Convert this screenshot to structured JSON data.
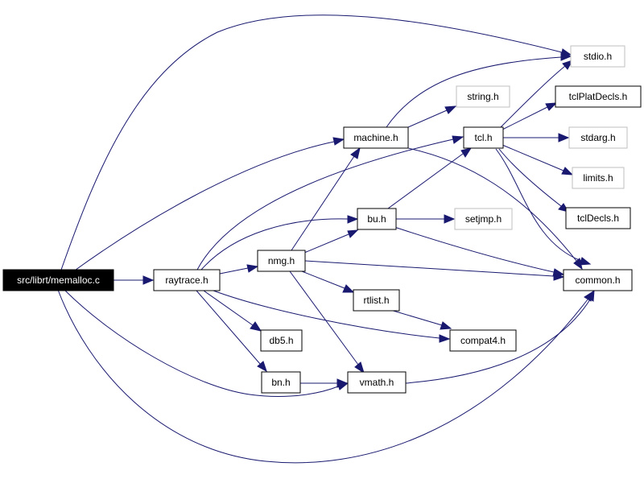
{
  "graph": {
    "colors": {
      "edge": "#191970",
      "root_fill": "#000000",
      "root_text": "#ffffff",
      "node_border": "#000000",
      "external_border": "#bfbfbf",
      "node_fill": "#ffffff",
      "text": "#000000"
    },
    "nodes": {
      "root": {
        "label": "src/librt/memalloc.c",
        "kind": "root"
      },
      "raytrace": {
        "label": "raytrace.h",
        "kind": "documented"
      },
      "nmg": {
        "label": "nmg.h",
        "kind": "documented"
      },
      "machine": {
        "label": "machine.h",
        "kind": "documented"
      },
      "bu": {
        "label": "bu.h",
        "kind": "documented"
      },
      "tcl": {
        "label": "tcl.h",
        "kind": "documented"
      },
      "rtlist": {
        "label": "rtlist.h",
        "kind": "documented"
      },
      "db5": {
        "label": "db5.h",
        "kind": "documented"
      },
      "bn": {
        "label": "bn.h",
        "kind": "documented"
      },
      "vmath": {
        "label": "vmath.h",
        "kind": "documented"
      },
      "compat4": {
        "label": "compat4.h",
        "kind": "documented"
      },
      "common": {
        "label": "common.h",
        "kind": "documented"
      },
      "tclPlatDecls": {
        "label": "tclPlatDecls.h",
        "kind": "documented"
      },
      "tclDecls": {
        "label": "tclDecls.h",
        "kind": "documented"
      },
      "stdio": {
        "label": "stdio.h",
        "kind": "external"
      },
      "string": {
        "label": "string.h",
        "kind": "external"
      },
      "stdarg": {
        "label": "stdarg.h",
        "kind": "external"
      },
      "limits": {
        "label": "limits.h",
        "kind": "external"
      },
      "setjmp": {
        "label": "setjmp.h",
        "kind": "external"
      }
    },
    "edges": [
      {
        "from": "root",
        "to": "stdio"
      },
      {
        "from": "root",
        "to": "machine"
      },
      {
        "from": "root",
        "to": "raytrace"
      },
      {
        "from": "root",
        "to": "vmath"
      },
      {
        "from": "root",
        "to": "common"
      },
      {
        "from": "machine",
        "to": "stdio"
      },
      {
        "from": "machine",
        "to": "string"
      },
      {
        "from": "machine",
        "to": "common"
      },
      {
        "from": "tcl",
        "to": "stdio"
      },
      {
        "from": "tcl",
        "to": "tclPlatDecls"
      },
      {
        "from": "tcl",
        "to": "stdarg"
      },
      {
        "from": "tcl",
        "to": "limits"
      },
      {
        "from": "tcl",
        "to": "tclDecls"
      },
      {
        "from": "tcl",
        "to": "common"
      },
      {
        "from": "raytrace",
        "to": "tcl"
      },
      {
        "from": "raytrace",
        "to": "bu"
      },
      {
        "from": "raytrace",
        "to": "nmg"
      },
      {
        "from": "raytrace",
        "to": "db5"
      },
      {
        "from": "raytrace",
        "to": "bn"
      },
      {
        "from": "raytrace",
        "to": "compat4"
      },
      {
        "from": "nmg",
        "to": "machine"
      },
      {
        "from": "nmg",
        "to": "bu"
      },
      {
        "from": "nmg",
        "to": "common"
      },
      {
        "from": "nmg",
        "to": "rtlist"
      },
      {
        "from": "nmg",
        "to": "vmath"
      },
      {
        "from": "bu",
        "to": "tcl"
      },
      {
        "from": "bu",
        "to": "setjmp"
      },
      {
        "from": "bu",
        "to": "common"
      },
      {
        "from": "rtlist",
        "to": "compat4"
      },
      {
        "from": "bn",
        "to": "vmath"
      },
      {
        "from": "vmath",
        "to": "common"
      }
    ]
  }
}
